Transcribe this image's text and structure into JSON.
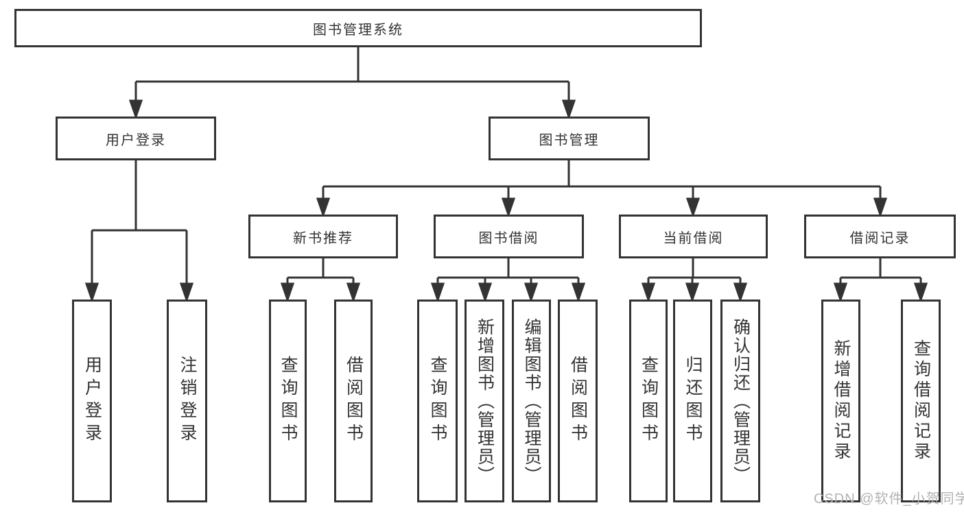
{
  "diagram_title": "图书管理系统",
  "colors": {
    "line": "#333333",
    "box_border": "#333333",
    "box_background": "#ffffff",
    "text": "#333333",
    "watermark": "#b2b2b2",
    "page_background": "#ffffff"
  },
  "nodes": {
    "root": "图书管理系统",
    "user_login": "用户登录",
    "book_mgmt": "图书管理",
    "new_books": "新书推荐",
    "book_borrow": "图书借阅",
    "current_borrow": "当前借阅",
    "borrow_records": "借阅记录",
    "leaves": {
      "user_login": "用户登录",
      "logout": "注销登录",
      "nb_query": "查询图书",
      "nb_borrow": "借阅图书",
      "bb_query": "查询图书",
      "bb_add": "新增图书（管理员）",
      "bb_edit": "编辑图书（管理员）",
      "bb_borrow": "借阅图书",
      "cb_query": "查询图书",
      "cb_return": "归还图书",
      "cb_confirm": "确认归还（管理员）",
      "br_add": "新增借阅记录",
      "br_query": "查询借阅记录"
    }
  },
  "watermark": "CSDN @软件_小贺同学"
}
